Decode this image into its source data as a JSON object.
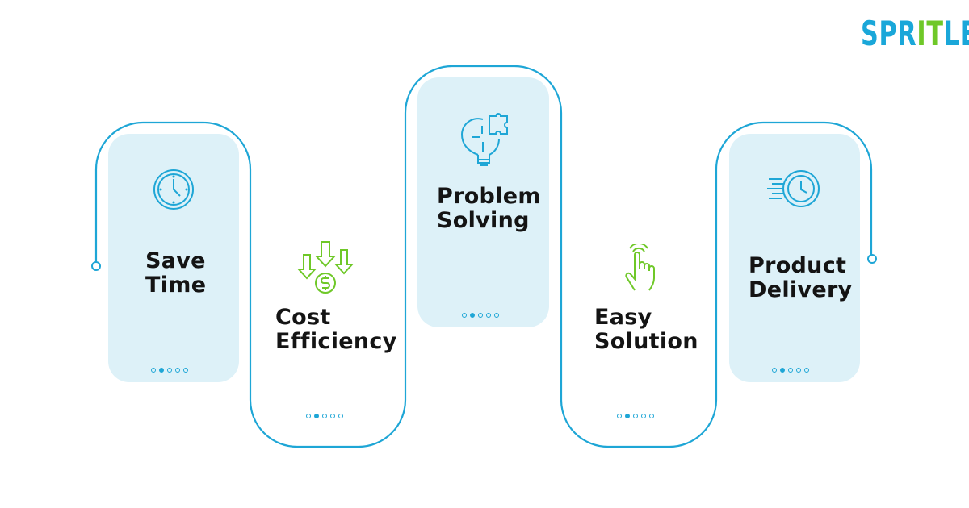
{
  "brand": {
    "logo_part1": "SPR",
    "logo_part2": "IT",
    "logo_part3": "LE"
  },
  "colors": {
    "accent_blue": "#1ea6d6",
    "accent_green": "#6fc828",
    "card_fill": "#ddf1f8",
    "text": "#141414"
  },
  "steps": [
    {
      "label": "Save\nTime",
      "icon": "clock-icon",
      "active_dot": 2
    },
    {
      "label": "Cost\nEfficiency",
      "icon": "cost-down-icon",
      "active_dot": 2
    },
    {
      "label": "Problem\nSolving",
      "icon": "puzzle-bulb-icon",
      "active_dot": 2
    },
    {
      "label": "Easy\nSolution",
      "icon": "touch-hand-icon",
      "active_dot": 2
    },
    {
      "label": "Product\nDelivery",
      "icon": "fast-delivery-clock-icon",
      "active_dot": 2
    }
  ]
}
